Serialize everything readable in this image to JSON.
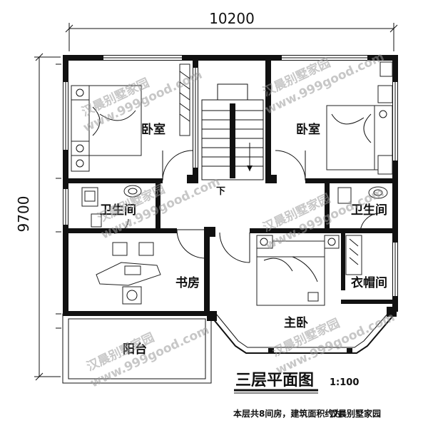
{
  "plan": {
    "width_dimension": "10200",
    "height_dimension": "9700",
    "title": "三层平面图",
    "scale": "1:100",
    "footer_note": "本层共8间房，建筑面积约为：",
    "stair_direction": "下",
    "rooms": {
      "bedroom_left": "卧室",
      "bedroom_right": "卧室",
      "bath_left": "卫生间",
      "bath_right": "卫生间",
      "study": "书房",
      "master_bedroom": "主卧",
      "closet": "衣帽间",
      "balcony": "阳台"
    },
    "watermark_cn": "汉晨别墅家园",
    "watermark_url": "www.999good.com"
  },
  "colors": {
    "ink": "#111111",
    "watermark": "#9a9a9a"
  }
}
